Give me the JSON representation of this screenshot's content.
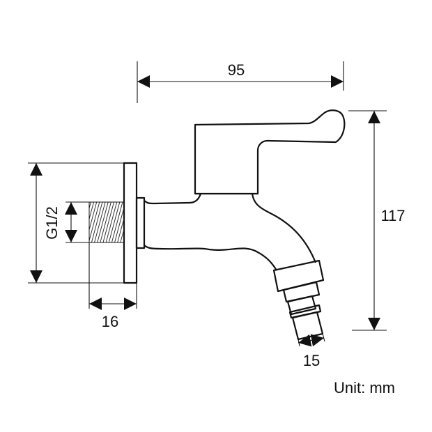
{
  "dimensions": {
    "width": "95",
    "height": "117",
    "thread": "G1/2",
    "thread_length": "16",
    "outlet": "15"
  },
  "unit_label": "Unit: mm",
  "colors": {
    "line": "#111111",
    "background": "#ffffff"
  }
}
